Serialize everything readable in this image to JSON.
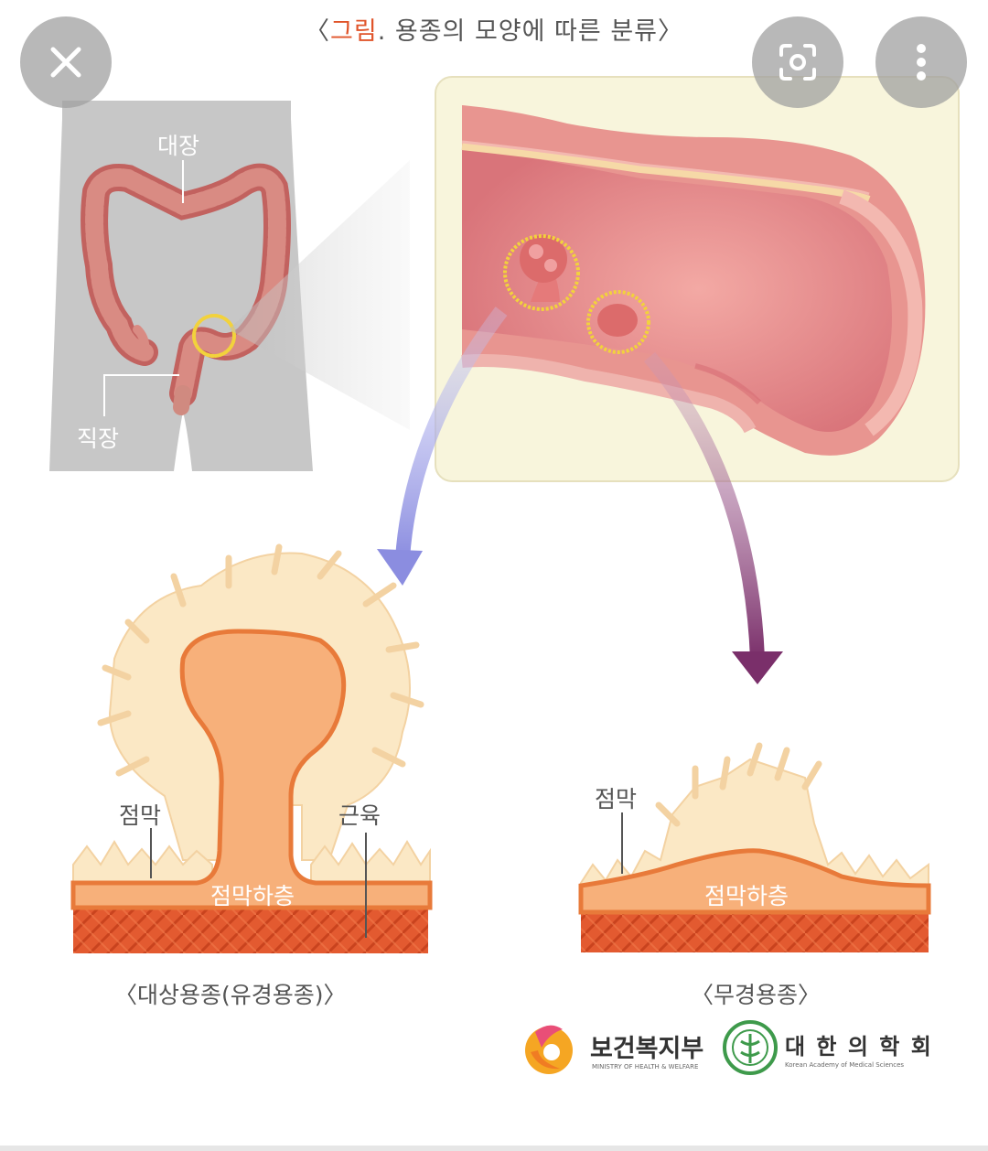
{
  "figure": {
    "title_prefix": "〈",
    "title_accent": "그림",
    "title_rest": ". 용종의 모양에 따른 분류〉"
  },
  "labels": {
    "colon": "대장",
    "rectum": "직장",
    "mucosa_left": "점막",
    "muscle": "근육",
    "submucosa_left": "점막하층",
    "mucosa_right": "점막",
    "submucosa_right": "점막하층"
  },
  "captions": {
    "pedunculated": "〈대상용종(유경용종)〉",
    "sessile": "〈무경용종〉"
  },
  "logos": {
    "ministry": "보건복지부",
    "ministry_sub": "MINISTRY OF HEALTH & WELFARE",
    "academy": "대 한 의 학 회",
    "academy_sub": "Korean Academy of Medical Sciences"
  },
  "icons": {
    "close": "close-icon",
    "lens": "lens-search-icon",
    "more": "more-vertical-icon"
  },
  "colors": {
    "accent": "#e0542a",
    "arrow_blue": "#8c8ee0",
    "arrow_purple": "#7a2f6a",
    "polyp_orange": "#f7b07a",
    "muscle_red": "#e2572e"
  }
}
